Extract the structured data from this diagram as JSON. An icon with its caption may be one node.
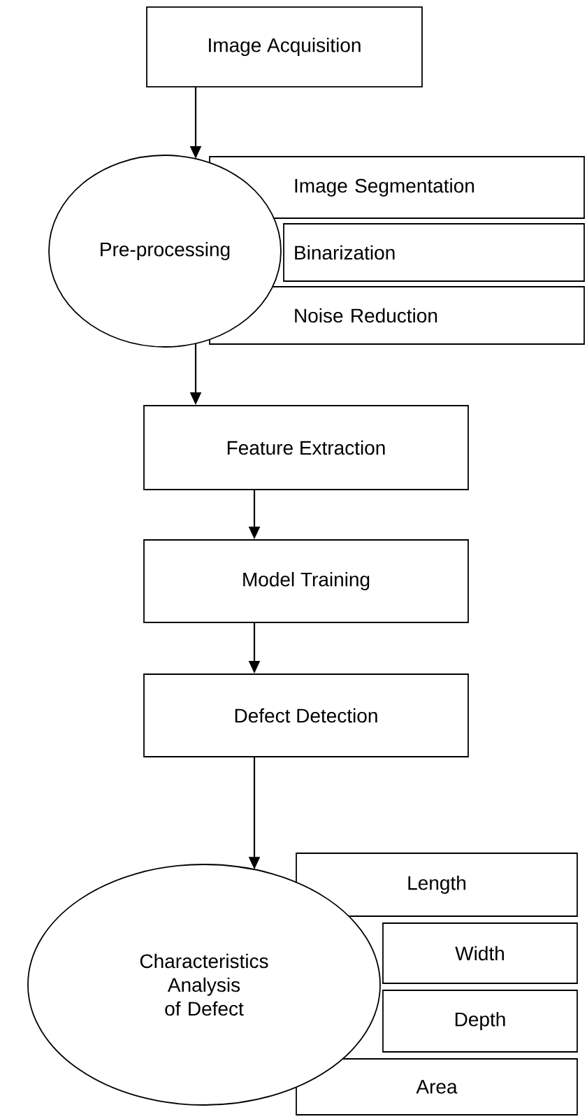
{
  "diagram": {
    "nodes": [
      {
        "text": [
          "Image Acquisition"
        ]
      },
      {
        "text": [
          "Pre-processing"
        ]
      },
      {
        "text": [
          "Image Segmentation"
        ]
      },
      {
        "text": [
          "Binarization"
        ]
      },
      {
        "text": [
          "Noise Reduction"
        ]
      },
      {
        "text": [
          "Feature Extraction"
        ]
      },
      {
        "text": [
          "Model Training"
        ]
      },
      {
        "text": [
          "Defect Detection"
        ]
      },
      {
        "text": [
          "Characteristics Analysis of Defect"
        ]
      },
      {
        "text": [
          "Length"
        ]
      },
      {
        "text": [
          "Width"
        ]
      },
      {
        "text": [
          "Depth"
        ]
      },
      {
        "text": [
          "Area"
        ]
      }
    ],
    "edges": [
      {
        "from": 0,
        "to": 1,
        "arrow": "to"
      },
      {
        "from": 1,
        "to": 5,
        "arrow": "to"
      },
      {
        "from": 5,
        "to": 6,
        "arrow": "to"
      },
      {
        "from": 6,
        "to": 7,
        "arrow": "to"
      },
      {
        "from": 7,
        "to": 8,
        "arrow": "to"
      }
    ]
  }
}
